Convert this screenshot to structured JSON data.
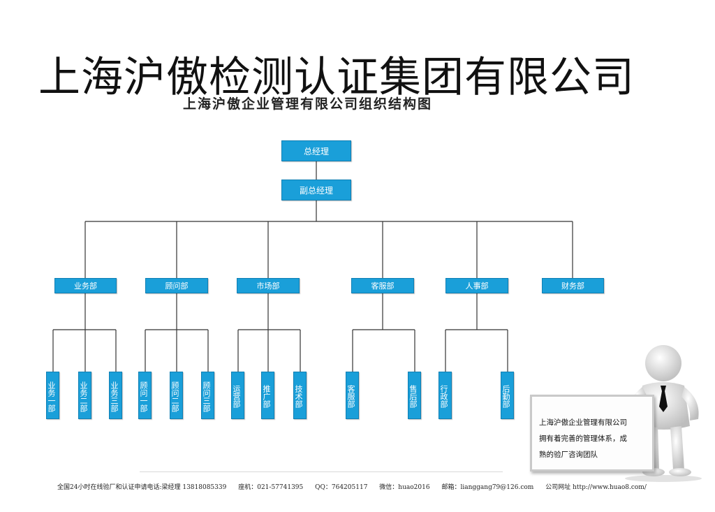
{
  "header": {
    "company": "上海沪傲检测认证集团有限公司",
    "chart_title": "上海沪傲企业管理有限公司组织结构图"
  },
  "org": {
    "top": "总经理",
    "deputy": "副总经理",
    "departments": [
      "业务部",
      "顾问部",
      "市场部",
      "客服部",
      "人事部",
      "财务部"
    ],
    "sub_units": {
      "业务部": [
        "业务一部",
        "业务二部",
        "业务三部"
      ],
      "顾问部": [
        "顾问一部",
        "顾问二部",
        "顾问三部"
      ],
      "市场部": [
        "运营部",
        "推广部",
        "技术部"
      ],
      "客服部": [
        "客服部",
        "售后部"
      ],
      "人事部": [
        "行政部",
        "后勤部"
      ]
    }
  },
  "board": {
    "lines": [
      "上海沪傲企业管理有限公司",
      "拥有着完善的管理体系，成",
      "熟的验厂咨询团队"
    ]
  },
  "footer": {
    "hotline": "全国24小时在线验厂和认证申请电话:梁经理  13818085339",
    "landline": "座机：021-57741395",
    "qq": "QQ：764205117",
    "wechat": "微信：huao2016",
    "email": "邮箱：lianggang79@126.com",
    "website": "公司网址  http://www.huao8.com/"
  },
  "colors": {
    "box": "#1a9fd9",
    "box_border": "#0f7fb4",
    "line": "#333333"
  }
}
